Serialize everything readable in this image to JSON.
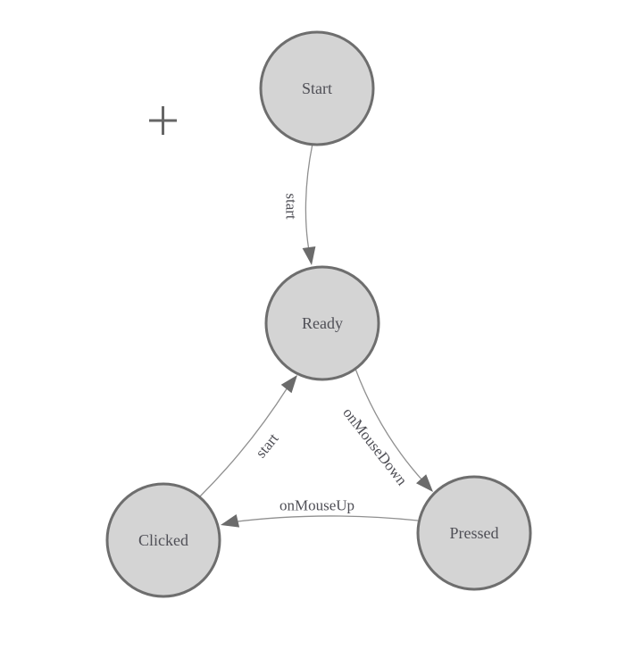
{
  "diagram": {
    "type": "state-machine-diagram",
    "nodes": {
      "start": {
        "label": "Start"
      },
      "ready": {
        "label": "Ready"
      },
      "clicked": {
        "label": "Clicked"
      },
      "pressed": {
        "label": "Pressed"
      }
    },
    "edges": {
      "start_to_ready": {
        "label": "start",
        "from": "Start",
        "to": "Ready"
      },
      "clicked_to_ready": {
        "label": "start",
        "from": "Clicked",
        "to": "Ready"
      },
      "ready_to_pressed": {
        "label": "onMouseDown",
        "from": "Ready",
        "to": "Pressed"
      },
      "pressed_to_clicked": {
        "label": "onMouseUp",
        "from": "Pressed",
        "to": "Clicked"
      }
    },
    "icons": {
      "cross_marker": "plus-icon"
    },
    "colors": {
      "background": "#ffffff",
      "node_fill": "#d4d4d4",
      "node_stroke": "#6e6e6e",
      "edge_line": "#909090",
      "arrowhead": "#6b6b6b",
      "label_text": "#4f4f56",
      "plus_marker": "#666666"
    }
  }
}
